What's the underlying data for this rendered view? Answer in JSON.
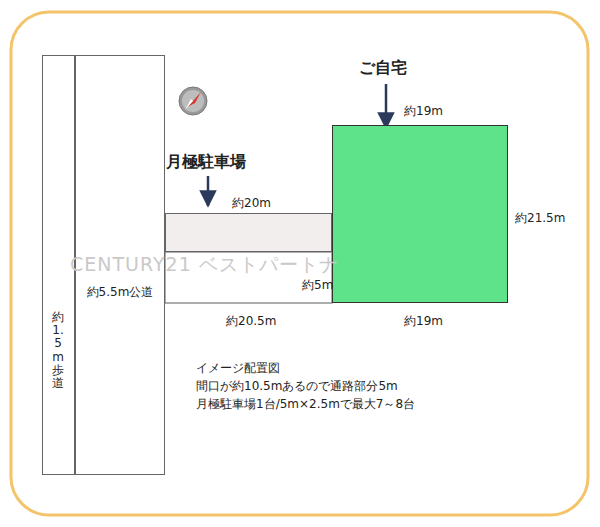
{
  "diagram": {
    "nodes": [
      {
        "text": [
          "約1.5m歩道"
        ]
      },
      {
        "text": [
          "約5.5m公道"
        ]
      },
      {
        "text": [
          "月極駐車場"
        ]
      },
      {
        "text": [
          "ご自宅"
        ]
      }
    ],
    "labels": [
      "約20m",
      "約5m",
      "約20.5m",
      "約19m",
      "約21.5m",
      "約19m",
      "イメージ配置図",
      "間口が約10.5mあるので通路部分5m",
      "月極駐車場1台/5m×2.5mで最大7～8台",
      "CENTURY21 ベストパートナ"
    ]
  }
}
